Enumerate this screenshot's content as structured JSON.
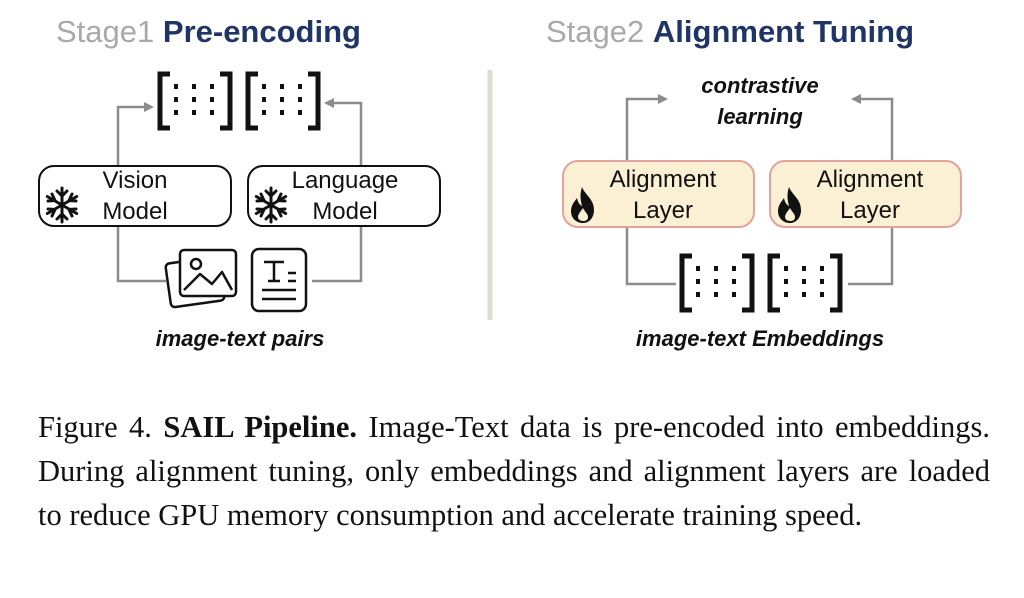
{
  "stage1": {
    "prefix": "Stage1",
    "name": "Pre-encoding",
    "name_color": "#1f3566"
  },
  "stage2": {
    "prefix": "Stage2",
    "name": "Alignment Tuning",
    "name_color": "#1f3566"
  },
  "vision_model": {
    "line1": "Vision",
    "line2": "Model",
    "icon": "snowflake-icon"
  },
  "language_model": {
    "line1": "Language",
    "line2": "Model",
    "icon": "snowflake-icon"
  },
  "alignment_layer_left": {
    "line1": "Alignment",
    "line2": "Layer",
    "icon": "flame-icon"
  },
  "alignment_layer_right": {
    "line1": "Alignment",
    "line2": "Layer",
    "icon": "flame-icon"
  },
  "contrastive": {
    "line1": "contrastive",
    "line2": "learning"
  },
  "image_text_pairs": "image-text pairs",
  "image_text_embeddings": "image-text Embeddings",
  "caption": {
    "label": "Figure 4.",
    "title": "SAIL Pipeline.",
    "body": "Image-Text data is pre-encoded into embeddings. During alignment tuning, only embeddings and alignment layers are loaded to reduce GPU memory consumption and accelerate training speed."
  },
  "colors": {
    "alignment_fill": "#fbf0d4",
    "alignment_border": "#e3a29c",
    "arrow_gray": "#8c8c8c",
    "divider": "#dcdcd2"
  }
}
